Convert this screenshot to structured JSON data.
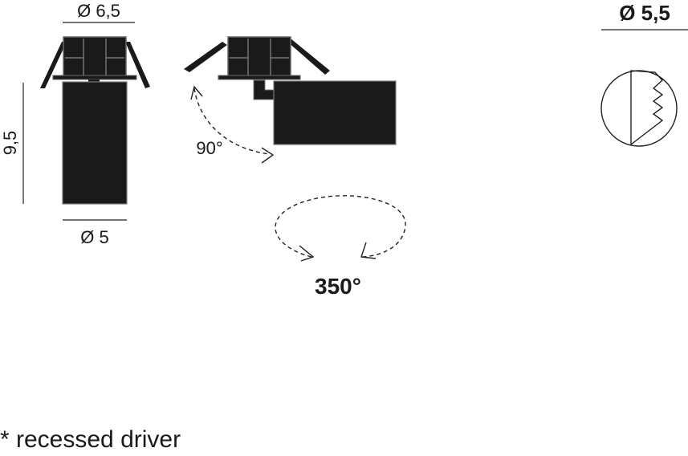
{
  "labels": {
    "top_diameter": "Ø 6,5",
    "height": "9,5",
    "bottom_diameter": "Ø 5",
    "tilt_angle": "90°",
    "rotation_angle": "350°",
    "cutout_diameter": "Ø 5,5"
  },
  "footnote": "* recessed driver",
  "colors": {
    "ink": "#1a1a1a",
    "line": "#222222",
    "background": "#ffffff"
  }
}
